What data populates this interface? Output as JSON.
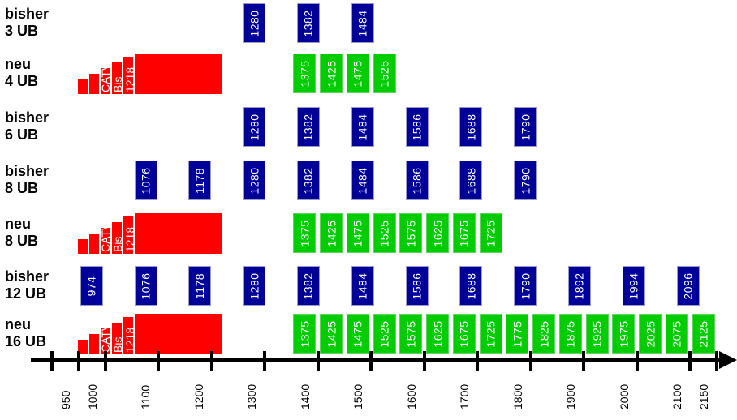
{
  "diagram_type": "satellite-IF user-band frequency allocation plan",
  "colors": {
    "bisher_box": "#000099",
    "bisher_box_border": "#9a9ac8",
    "neu_box": "#00cc00",
    "neu_box_border": "#5bd65b",
    "catv": "#ff0000",
    "box_text": "#ffffff",
    "axis": "#000000",
    "label_text": "#000000",
    "background": "#ffffff"
  },
  "catv_block": {
    "lines": [
      "CATV",
      "Bis",
      "1218"
    ]
  },
  "rows": [
    {
      "id": "bisher-3ub",
      "label": [
        "bisher",
        "3 UB"
      ],
      "style": "bisher",
      "catv": false,
      "boxes": [
        1280,
        1382,
        1484
      ]
    },
    {
      "id": "neu-4ub",
      "label": [
        "neu",
        "4 UB"
      ],
      "style": "neu",
      "catv": true,
      "boxes": [
        1375,
        1425,
        1475,
        1525
      ]
    },
    {
      "id": "bisher-6ub",
      "label": [
        "bisher",
        "6 UB"
      ],
      "style": "bisher",
      "catv": false,
      "boxes": [
        1280,
        1382,
        1484,
        1586,
        1688,
        1790
      ]
    },
    {
      "id": "bisher-8ub",
      "label": [
        "bisher",
        "8 UB"
      ],
      "style": "bisher",
      "catv": false,
      "boxes": [
        1076,
        1178,
        1280,
        1382,
        1484,
        1586,
        1688,
        1790
      ]
    },
    {
      "id": "neu-8ub",
      "label": [
        "neu",
        "8 UB"
      ],
      "style": "neu",
      "catv": true,
      "boxes": [
        1375,
        1425,
        1475,
        1525,
        1575,
        1625,
        1675,
        1725
      ]
    },
    {
      "id": "bisher-12ub",
      "label": [
        "bisher",
        "12 UB"
      ],
      "style": "bisher",
      "catv": false,
      "boxes": [
        974,
        1076,
        1178,
        1280,
        1382,
        1484,
        1586,
        1688,
        1790,
        1892,
        1994,
        2096
      ]
    },
    {
      "id": "neu-16ub",
      "label": [
        "neu",
        "16 UB"
      ],
      "style": "neu",
      "catv": true,
      "boxes": [
        1375,
        1425,
        1475,
        1525,
        1575,
        1625,
        1675,
        1725,
        1775,
        1825,
        1875,
        1925,
        1975,
        2025,
        2075,
        2125
      ]
    }
  ],
  "axis": {
    "ticks": [
      {
        "value": 900,
        "label": ""
      },
      {
        "value": 950,
        "label": "950"
      },
      {
        "value": 1000,
        "label": "1000"
      },
      {
        "value": 1100,
        "label": "1100"
      },
      {
        "value": 1200,
        "label": "1200"
      },
      {
        "value": 1300,
        "label": "1300"
      },
      {
        "value": 1400,
        "label": "1400"
      },
      {
        "value": 1500,
        "label": "1500"
      },
      {
        "value": 1600,
        "label": "1600"
      },
      {
        "value": 1700,
        "label": "1700"
      },
      {
        "value": 1800,
        "label": "1800"
      },
      {
        "value": 1900,
        "label": "1900"
      },
      {
        "value": 2000,
        "label": "2000"
      },
      {
        "value": 2100,
        "label": "2100"
      },
      {
        "value": 2150,
        "label": "2150"
      }
    ]
  }
}
